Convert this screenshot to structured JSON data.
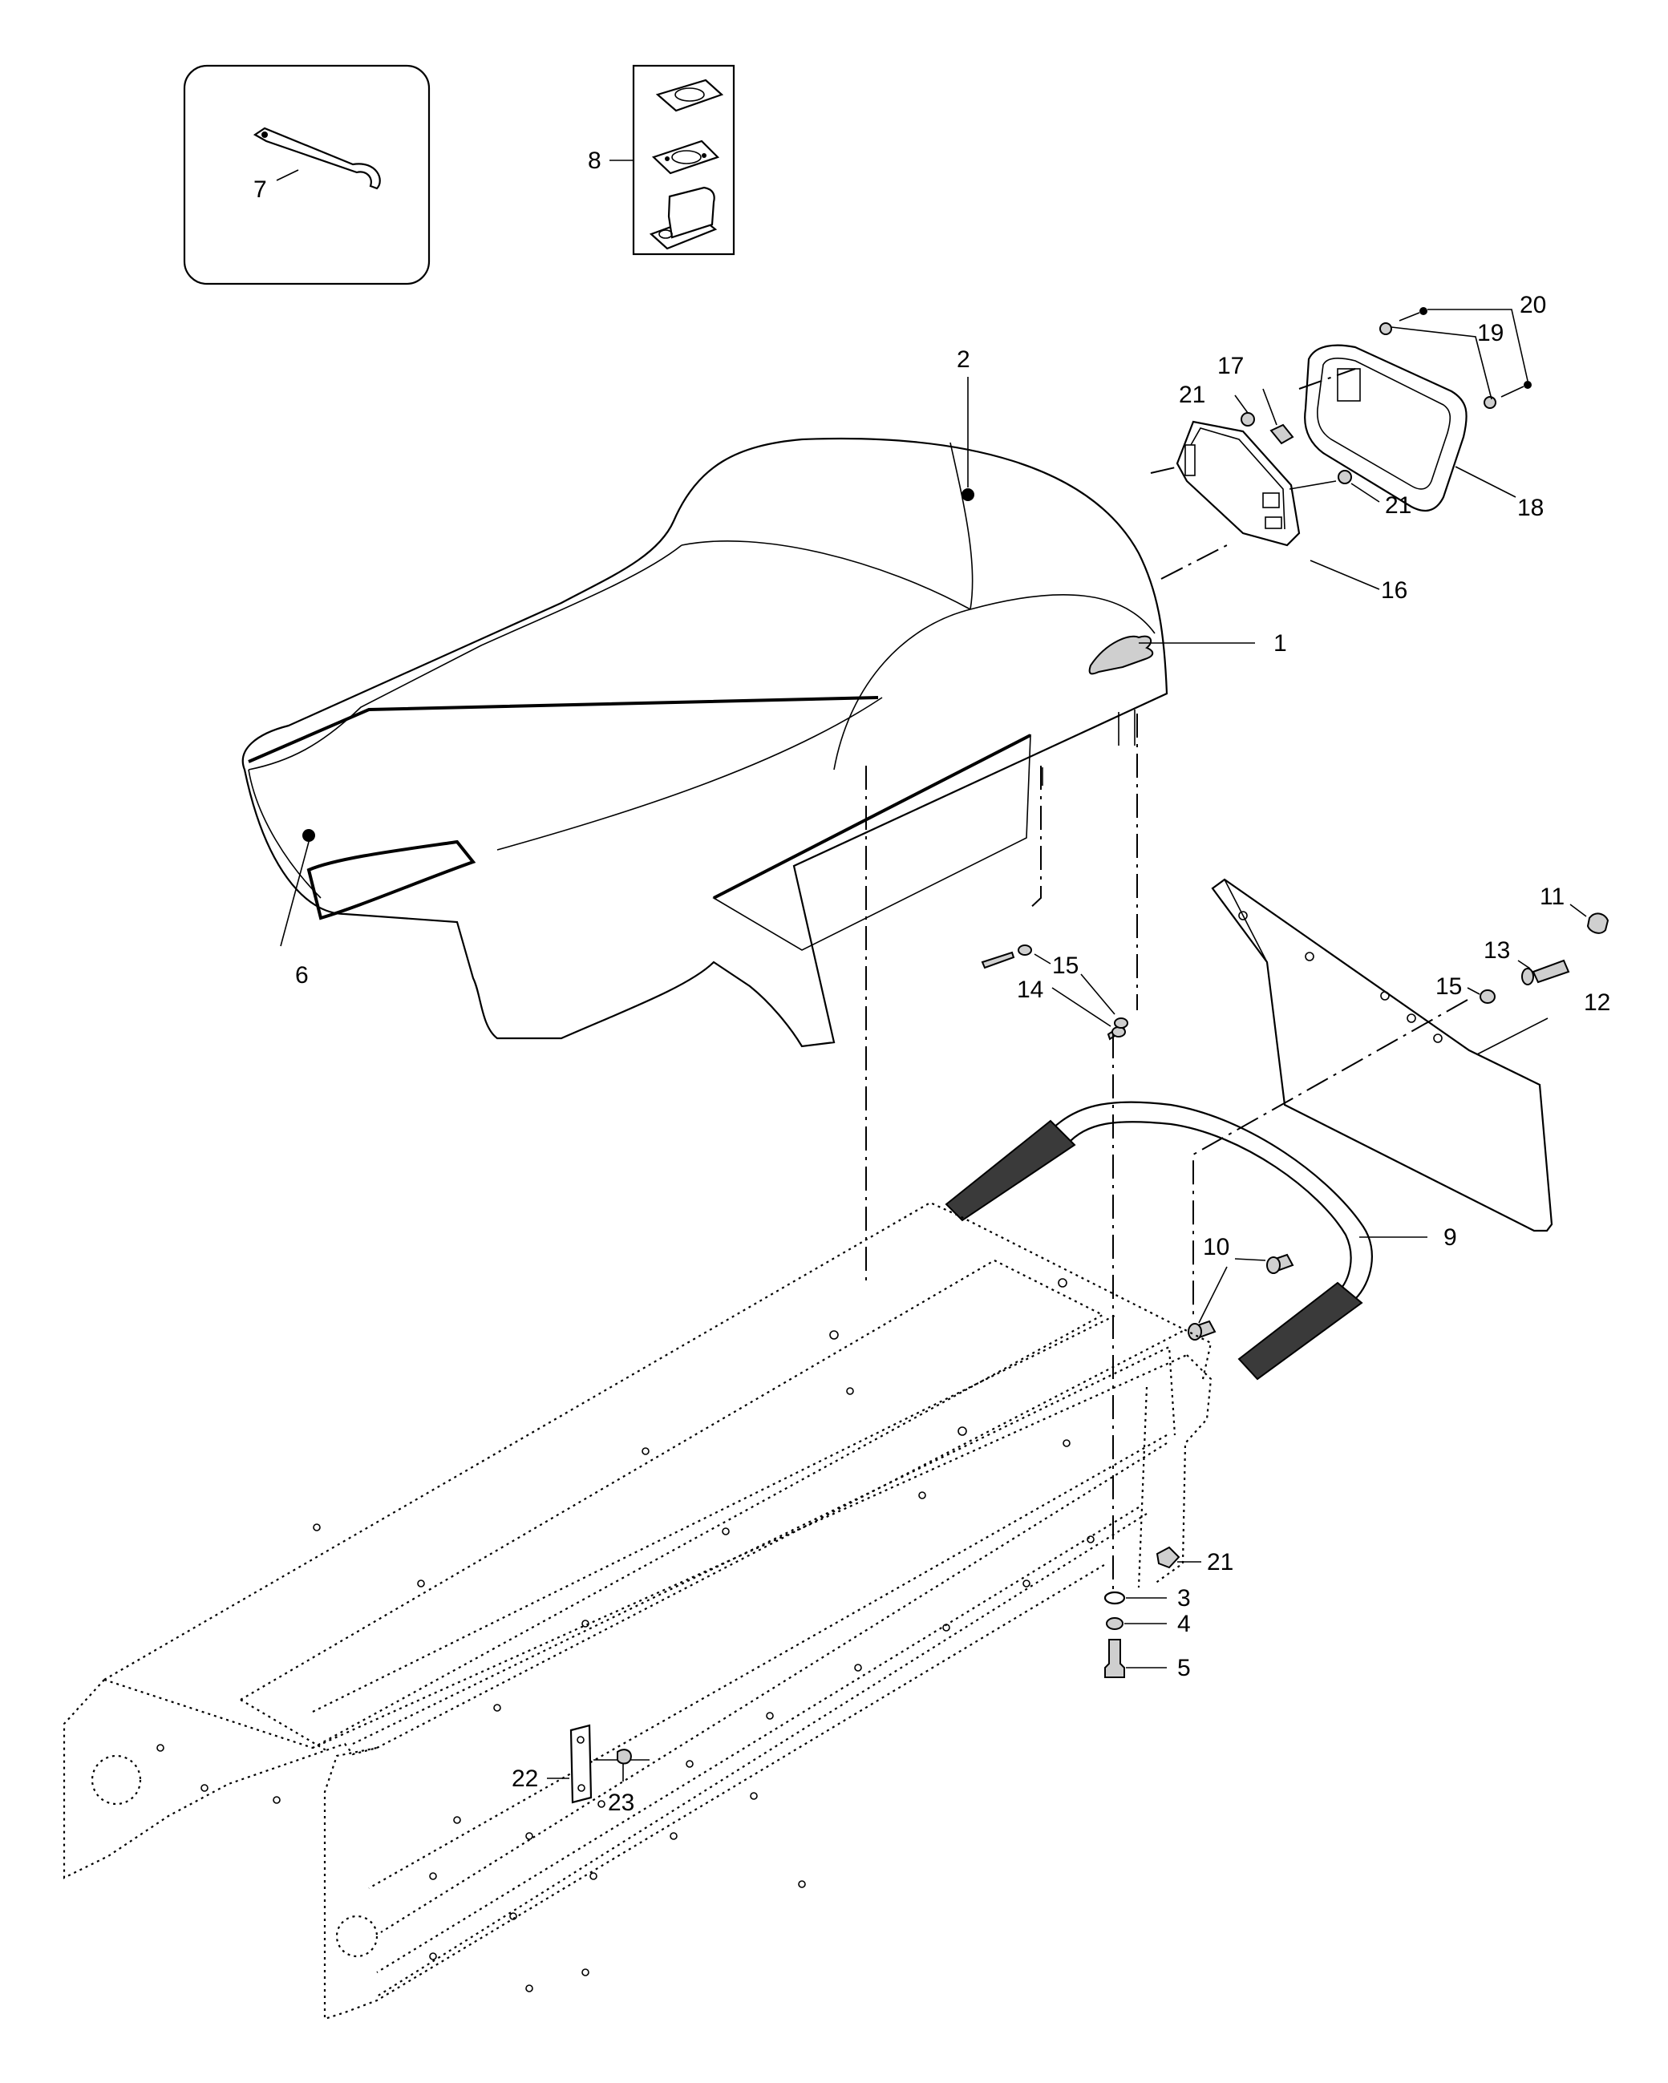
{
  "callouts": {
    "c1": "1",
    "c2": "2",
    "c3": "3",
    "c4": "4",
    "c5": "5",
    "c6": "6",
    "c7": "7",
    "c8": "8",
    "c9": "9",
    "c10": "10",
    "c11": "11",
    "c12": "12",
    "c13": "13",
    "c14": "14",
    "c15a": "15",
    "c15b": "15",
    "c16": "16",
    "c17": "17",
    "c18": "18",
    "c19": "19",
    "c20": "20",
    "c21a": "21",
    "c21b": "21",
    "c21c": "21",
    "c22": "22",
    "c23": "23"
  }
}
